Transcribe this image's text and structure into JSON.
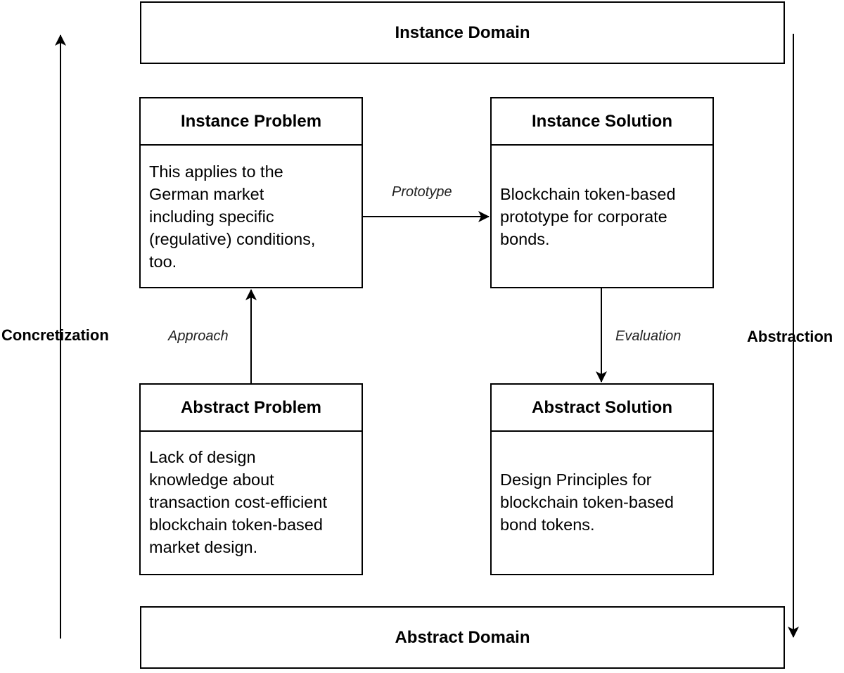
{
  "domains": {
    "instance": "Instance Domain",
    "abstract": "Abstract Domain"
  },
  "side_labels": {
    "left": "Concretization",
    "right": "Abstraction"
  },
  "cards": {
    "instance_problem": {
      "title": "Instance Problem",
      "body": "This applies to the\nGerman market\nincluding specific\n(regulative) conditions,\ntoo."
    },
    "instance_solution": {
      "title": "Instance Solution",
      "body": "Blockchain token-based\nprototype for corporate\nbonds."
    },
    "abstract_problem": {
      "title": "Abstract Problem",
      "body": "Lack of design\nknowledge about\ntransaction cost-efficient\nblockchain token-based\nmarket design."
    },
    "abstract_solution": {
      "title": "Abstract Solution",
      "body": "Design Principles for\nblockchain token-based\nbond tokens."
    }
  },
  "edges": {
    "prototype": "Prototype",
    "approach": "Approach",
    "evaluation": "Evaluation"
  }
}
